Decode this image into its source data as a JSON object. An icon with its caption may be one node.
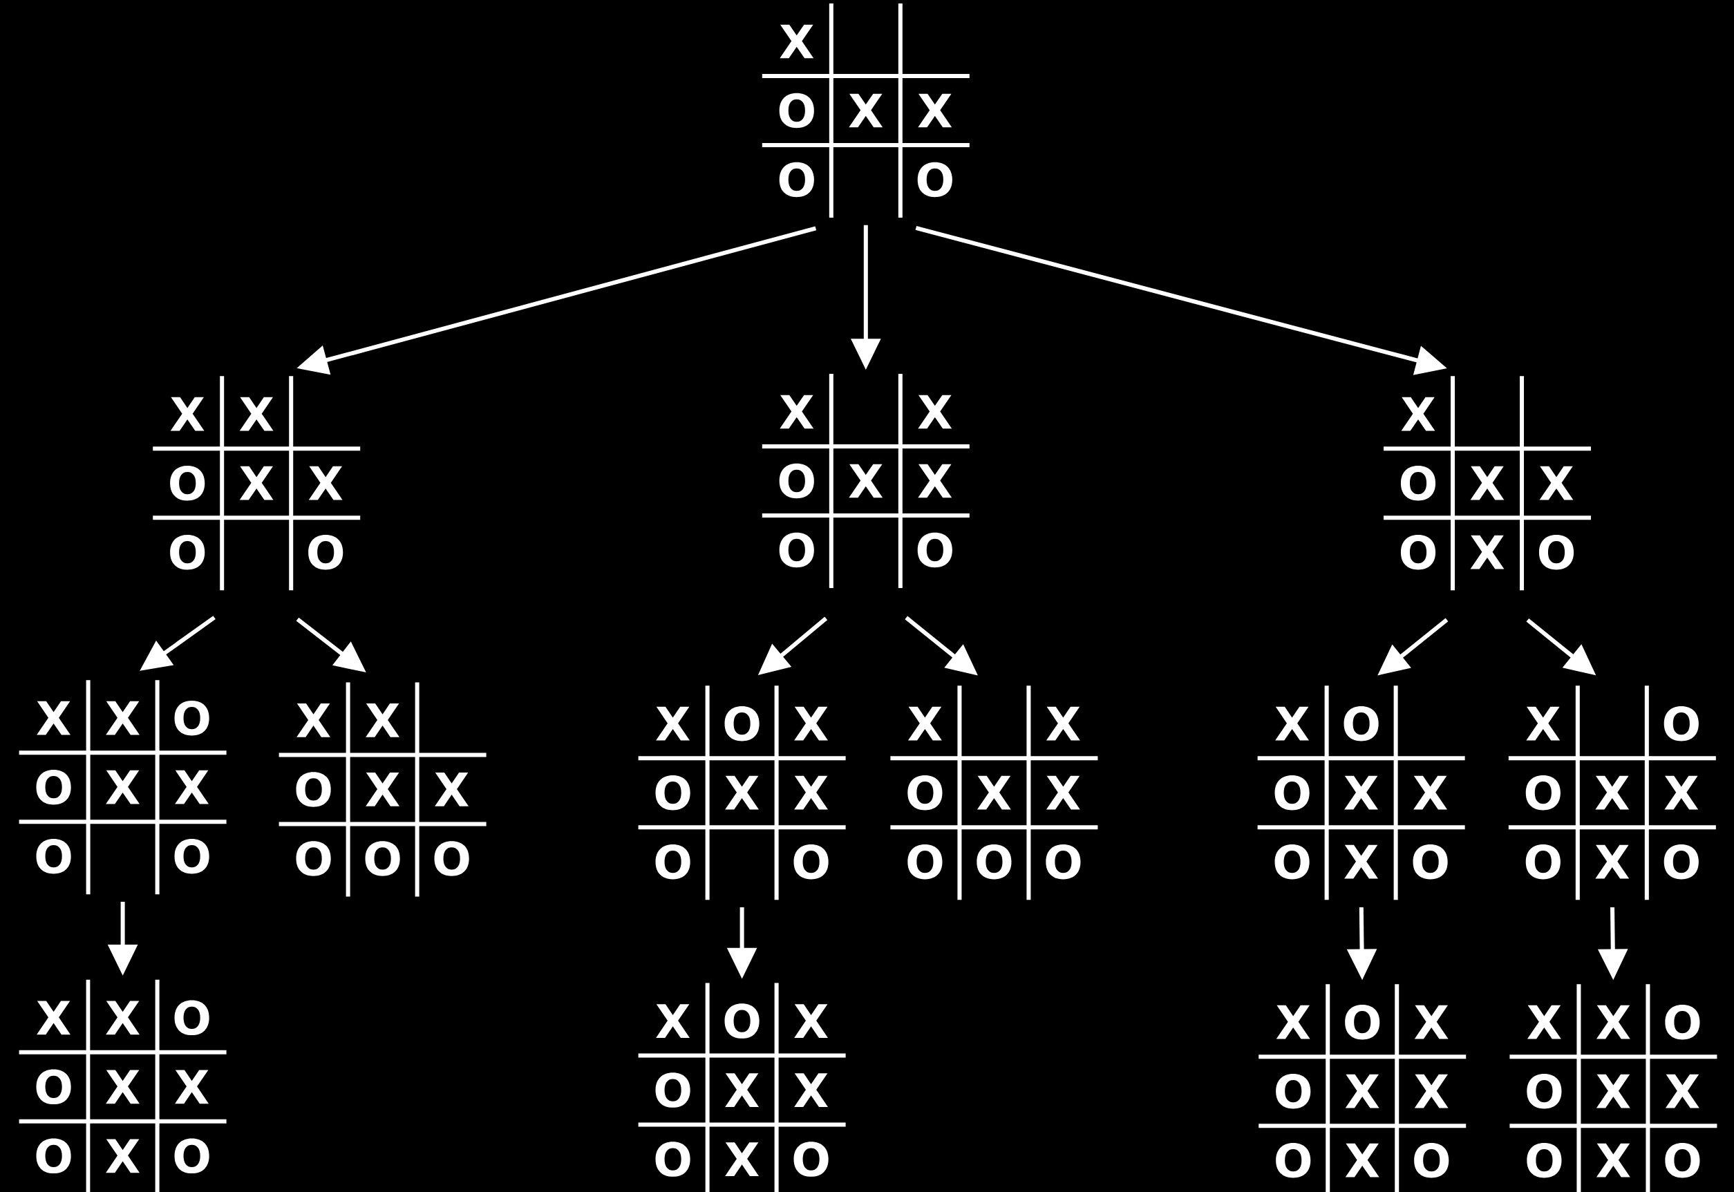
{
  "diagram": {
    "nodes": [
      {
        "text": [],
        "shape": "grid"
      },
      {
        "text": [
          "X"
        ],
        "in": 0
      },
      {
        "text": [
          "O"
        ],
        "in": 0
      },
      {
        "text": [
          "X"
        ],
        "in": 0
      },
      {
        "text": [
          "X"
        ],
        "in": 0
      },
      {
        "text": [
          "O"
        ],
        "in": 0
      },
      {
        "text": [
          "O"
        ],
        "in": 0
      },
      {
        "text": [],
        "shape": "grid"
      },
      {
        "text": [
          "X"
        ],
        "in": 7
      },
      {
        "text": [
          "X"
        ],
        "in": 7
      },
      {
        "text": [
          "O"
        ],
        "in": 7
      },
      {
        "text": [
          "X"
        ],
        "in": 7
      },
      {
        "text": [
          "X"
        ],
        "in": 7
      },
      {
        "text": [
          "O"
        ],
        "in": 7
      },
      {
        "text": [
          "O"
        ],
        "in": 7
      },
      {
        "text": [],
        "shape": "grid"
      },
      {
        "text": [
          "X"
        ],
        "in": 15
      },
      {
        "text": [
          "X"
        ],
        "in": 15
      },
      {
        "text": [
          "O"
        ],
        "in": 15
      },
      {
        "text": [
          "X"
        ],
        "in": 15
      },
      {
        "text": [
          "X"
        ],
        "in": 15
      },
      {
        "text": [
          "O"
        ],
        "in": 15
      },
      {
        "text": [
          "O"
        ],
        "in": 15
      },
      {
        "text": [],
        "shape": "grid"
      },
      {
        "text": [
          "X"
        ],
        "in": 23
      },
      {
        "text": [
          "O"
        ],
        "in": 23
      },
      {
        "text": [
          "X"
        ],
        "in": 23
      },
      {
        "text": [
          "X"
        ],
        "in": 23
      },
      {
        "text": [
          "O"
        ],
        "in": 23
      },
      {
        "text": [
          "X"
        ],
        "in": 23
      },
      {
        "text": [
          "O"
        ],
        "in": 23
      },
      {
        "text": [],
        "shape": "grid"
      },
      {
        "text": [
          "X"
        ],
        "in": 31
      },
      {
        "text": [
          "X"
        ],
        "in": 31
      },
      {
        "text": [
          "O"
        ],
        "in": 31
      },
      {
        "text": [
          "O"
        ],
        "in": 31
      },
      {
        "text": [
          "X"
        ],
        "in": 31
      },
      {
        "text": [
          "X"
        ],
        "in": 31
      },
      {
        "text": [
          "O"
        ],
        "in": 31
      },
      {
        "text": [
          "O"
        ],
        "in": 31
      },
      {
        "text": [],
        "shape": "grid"
      },
      {
        "text": [
          "X"
        ],
        "in": 40
      },
      {
        "text": [
          "X"
        ],
        "in": 40
      },
      {
        "text": [
          "O"
        ],
        "in": 40
      },
      {
        "text": [
          "X"
        ],
        "in": 40
      },
      {
        "text": [
          "X"
        ],
        "in": 40
      },
      {
        "text": [
          "O"
        ],
        "in": 40
      },
      {
        "text": [
          "O"
        ],
        "in": 40
      },
      {
        "text": [
          "O"
        ],
        "in": 40
      },
      {
        "text": [],
        "shape": "grid"
      },
      {
        "text": [
          "X"
        ],
        "in": 49
      },
      {
        "text": [
          "O"
        ],
        "in": 49
      },
      {
        "text": [
          "X"
        ],
        "in": 49
      },
      {
        "text": [
          "O"
        ],
        "in": 49
      },
      {
        "text": [
          "X"
        ],
        "in": 49
      },
      {
        "text": [
          "X"
        ],
        "in": 49
      },
      {
        "text": [
          "O"
        ],
        "in": 49
      },
      {
        "text": [
          "O"
        ],
        "in": 49
      },
      {
        "text": [],
        "shape": "grid"
      },
      {
        "text": [
          "X"
        ],
        "in": 58
      },
      {
        "text": [
          "X"
        ],
        "in": 58
      },
      {
        "text": [
          "O"
        ],
        "in": 58
      },
      {
        "text": [
          "X"
        ],
        "in": 58
      },
      {
        "text": [
          "X"
        ],
        "in": 58
      },
      {
        "text": [
          "O"
        ],
        "in": 58
      },
      {
        "text": [
          "O"
        ],
        "in": 58
      },
      {
        "text": [
          "O"
        ],
        "in": 58
      },
      {
        "text": [],
        "shape": "grid"
      },
      {
        "text": [
          "X"
        ],
        "in": 67
      },
      {
        "text": [
          "O"
        ],
        "in": 67
      },
      {
        "text": [
          "O"
        ],
        "in": 67
      },
      {
        "text": [
          "X"
        ],
        "in": 67
      },
      {
        "text": [
          "X"
        ],
        "in": 67
      },
      {
        "text": [
          "O"
        ],
        "in": 67
      },
      {
        "text": [
          "X"
        ],
        "in": 67
      },
      {
        "text": [
          "O"
        ],
        "in": 67
      },
      {
        "text": [],
        "shape": "grid"
      },
      {
        "text": [
          "X"
        ],
        "in": 76
      },
      {
        "text": [
          "O"
        ],
        "in": 76
      },
      {
        "text": [
          "O"
        ],
        "in": 76
      },
      {
        "text": [
          "X"
        ],
        "in": 76
      },
      {
        "text": [
          "X"
        ],
        "in": 76
      },
      {
        "text": [
          "O"
        ],
        "in": 76
      },
      {
        "text": [
          "X"
        ],
        "in": 76
      },
      {
        "text": [
          "O"
        ],
        "in": 76
      },
      {
        "text": [],
        "shape": "grid"
      },
      {
        "text": [
          "X"
        ],
        "in": 85
      },
      {
        "text": [
          "X"
        ],
        "in": 85
      },
      {
        "text": [
          "O"
        ],
        "in": 85
      },
      {
        "text": [
          "O"
        ],
        "in": 85
      },
      {
        "text": [
          "X"
        ],
        "in": 85
      },
      {
        "text": [
          "X"
        ],
        "in": 85
      },
      {
        "text": [
          "O"
        ],
        "in": 85
      },
      {
        "text": [
          "X"
        ],
        "in": 85
      },
      {
        "text": [
          "O"
        ],
        "in": 85
      },
      {
        "text": [],
        "shape": "grid"
      },
      {
        "text": [
          "X"
        ],
        "in": 95
      },
      {
        "text": [
          "O"
        ],
        "in": 95
      },
      {
        "text": [
          "X"
        ],
        "in": 95
      },
      {
        "text": [
          "O"
        ],
        "in": 95
      },
      {
        "text": [
          "X"
        ],
        "in": 95
      },
      {
        "text": [
          "X"
        ],
        "in": 95
      },
      {
        "text": [
          "O"
        ],
        "in": 95
      },
      {
        "text": [
          "X"
        ],
        "in": 95
      },
      {
        "text": [
          "O"
        ],
        "in": 95
      },
      {
        "text": [],
        "shape": "grid"
      },
      {
        "text": [
          "X"
        ],
        "in": 105
      },
      {
        "text": [
          "O"
        ],
        "in": 105
      },
      {
        "text": [
          "X"
        ],
        "in": 105
      },
      {
        "text": [
          "O"
        ],
        "in": 105
      },
      {
        "text": [
          "X"
        ],
        "in": 105
      },
      {
        "text": [
          "X"
        ],
        "in": 105
      },
      {
        "text": [
          "O"
        ],
        "in": 105
      },
      {
        "text": [
          "X"
        ],
        "in": 105
      },
      {
        "text": [
          "O"
        ],
        "in": 105
      },
      {
        "text": [],
        "shape": "grid"
      },
      {
        "text": [
          "X"
        ],
        "in": 115
      },
      {
        "text": [
          "X"
        ],
        "in": 115
      },
      {
        "text": [
          "O"
        ],
        "in": 115
      },
      {
        "text": [
          "O"
        ],
        "in": 115
      },
      {
        "text": [
          "X"
        ],
        "in": 115
      },
      {
        "text": [
          "X"
        ],
        "in": 115
      },
      {
        "text": [
          "O"
        ],
        "in": 115
      },
      {
        "text": [
          "X"
        ],
        "in": 115
      },
      {
        "text": [
          "O"
        ],
        "in": 115
      }
    ],
    "edges": [
      {
        "from": 0,
        "to": 7,
        "arrow": "to"
      },
      {
        "from": 0,
        "to": 15,
        "arrow": "to"
      },
      {
        "from": 0,
        "to": 23,
        "arrow": "to"
      },
      {
        "from": 7,
        "to": 31,
        "arrow": "to"
      },
      {
        "from": 7,
        "to": 40,
        "arrow": "to"
      },
      {
        "from": 15,
        "to": 49,
        "arrow": "to"
      },
      {
        "from": 15,
        "to": 58,
        "arrow": "to"
      },
      {
        "from": 23,
        "to": 67,
        "arrow": "to"
      },
      {
        "from": 23,
        "to": 76,
        "arrow": "to"
      },
      {
        "from": 31,
        "to": 85,
        "arrow": "to"
      },
      {
        "from": 49,
        "to": 95,
        "arrow": "to"
      },
      {
        "from": 67,
        "to": 105,
        "arrow": "to"
      },
      {
        "from": 76,
        "to": 115,
        "arrow": "to"
      }
    ]
  }
}
